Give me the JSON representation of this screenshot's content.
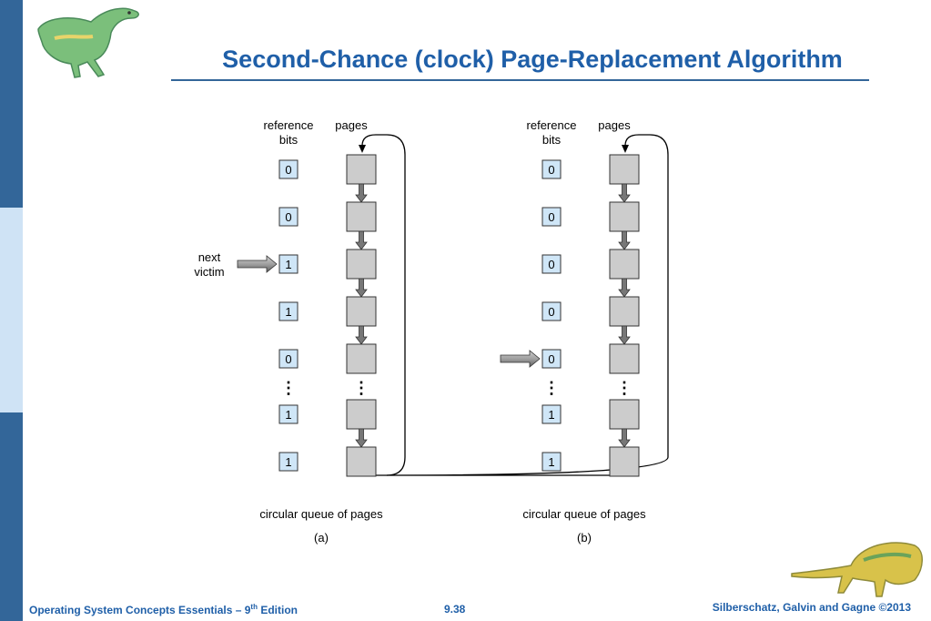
{
  "title": "Second-Chance (clock) Page-Replacement Algorithm",
  "footer": {
    "left_prefix": "Operating System Concepts Essentials – 9",
    "left_sup": "th",
    "left_suffix": " Edition",
    "page_number": "9.38",
    "copyright": "Silberschatz, Galvin and Gagne ©2013"
  },
  "panels": [
    {
      "id": "a",
      "caption": "(a)",
      "queue_label": "circular queue of pages",
      "col_ref_label": [
        "reference",
        "bits"
      ],
      "col_pages_label": "pages",
      "bits": [
        "0",
        "0",
        "1",
        "1",
        "0",
        "1",
        "1"
      ],
      "gap_after_index": 4,
      "pointer_index": 2,
      "pointer_label": [
        "next",
        "victim"
      ]
    },
    {
      "id": "b",
      "caption": "(b)",
      "queue_label": "circular queue of pages",
      "col_ref_label": [
        "reference",
        "bits"
      ],
      "col_pages_label": "pages",
      "bits": [
        "0",
        "0",
        "0",
        "0",
        "0",
        "1",
        "1"
      ],
      "gap_after_index": 4,
      "pointer_index": 4,
      "pointer_label": []
    }
  ],
  "ellipsis": "⋮",
  "colors": {
    "accent": "#1f5fa8",
    "sidebar": "#336699",
    "bit_box_fill": "#cfe6f7",
    "page_box_fill": "#cccccc",
    "arrow_fill": "#777777"
  },
  "icons": [
    "dinosaur-logo-icon",
    "dinosaur-footer-icon"
  ]
}
